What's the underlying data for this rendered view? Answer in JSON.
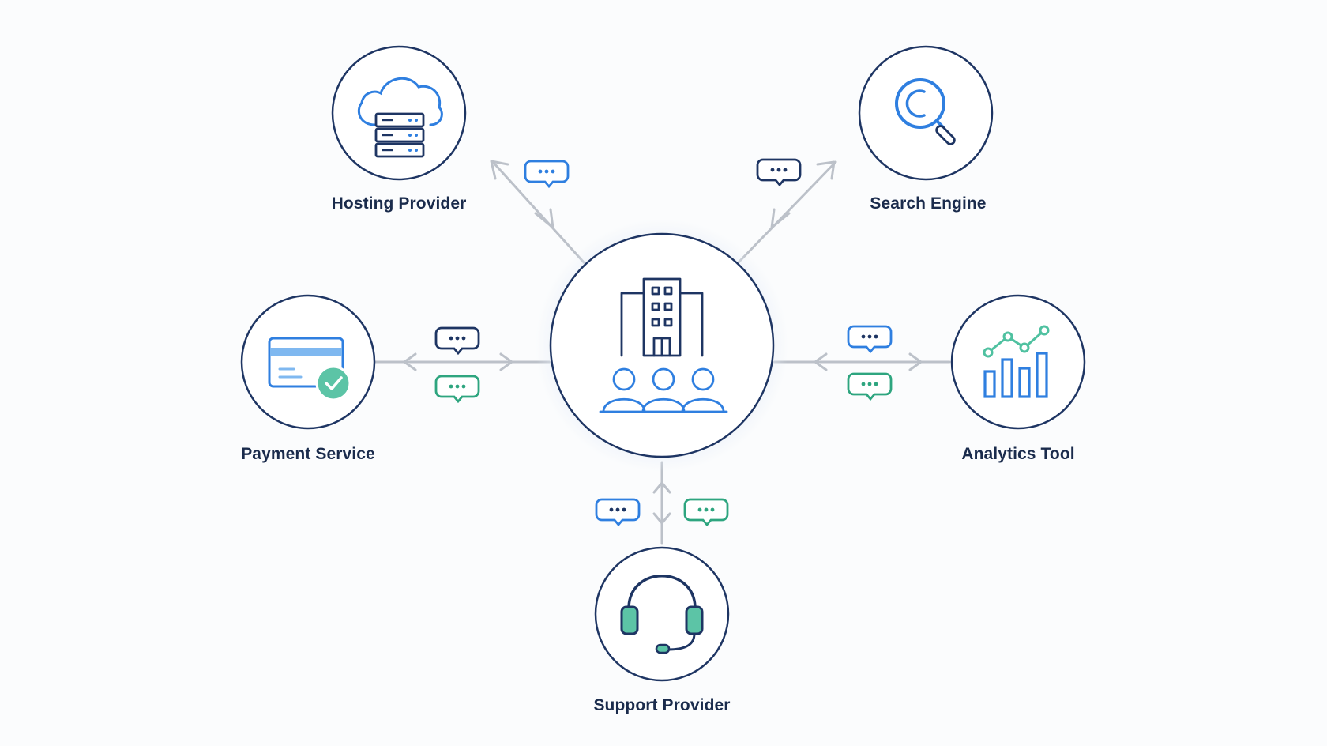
{
  "diagram": {
    "center": {
      "name": "Company"
    },
    "nodes": [
      {
        "id": "hosting",
        "label": "Hosting Provider",
        "icon": "cloud-server-icon"
      },
      {
        "id": "search",
        "label": "Search Engine",
        "icon": "magnifier-icon"
      },
      {
        "id": "payment",
        "label": "Payment Service",
        "icon": "credit-card-check-icon"
      },
      {
        "id": "analytics",
        "label": "Analytics Tool",
        "icon": "bar-chart-icon"
      },
      {
        "id": "support",
        "label": "Support Provider",
        "icon": "headset-icon"
      }
    ]
  },
  "colors": {
    "navy": "#1e3563",
    "blue": "#2f7fe0",
    "green": "#2ea57f",
    "teal": "#4fc1a0",
    "arrow": "#b9bec6"
  }
}
